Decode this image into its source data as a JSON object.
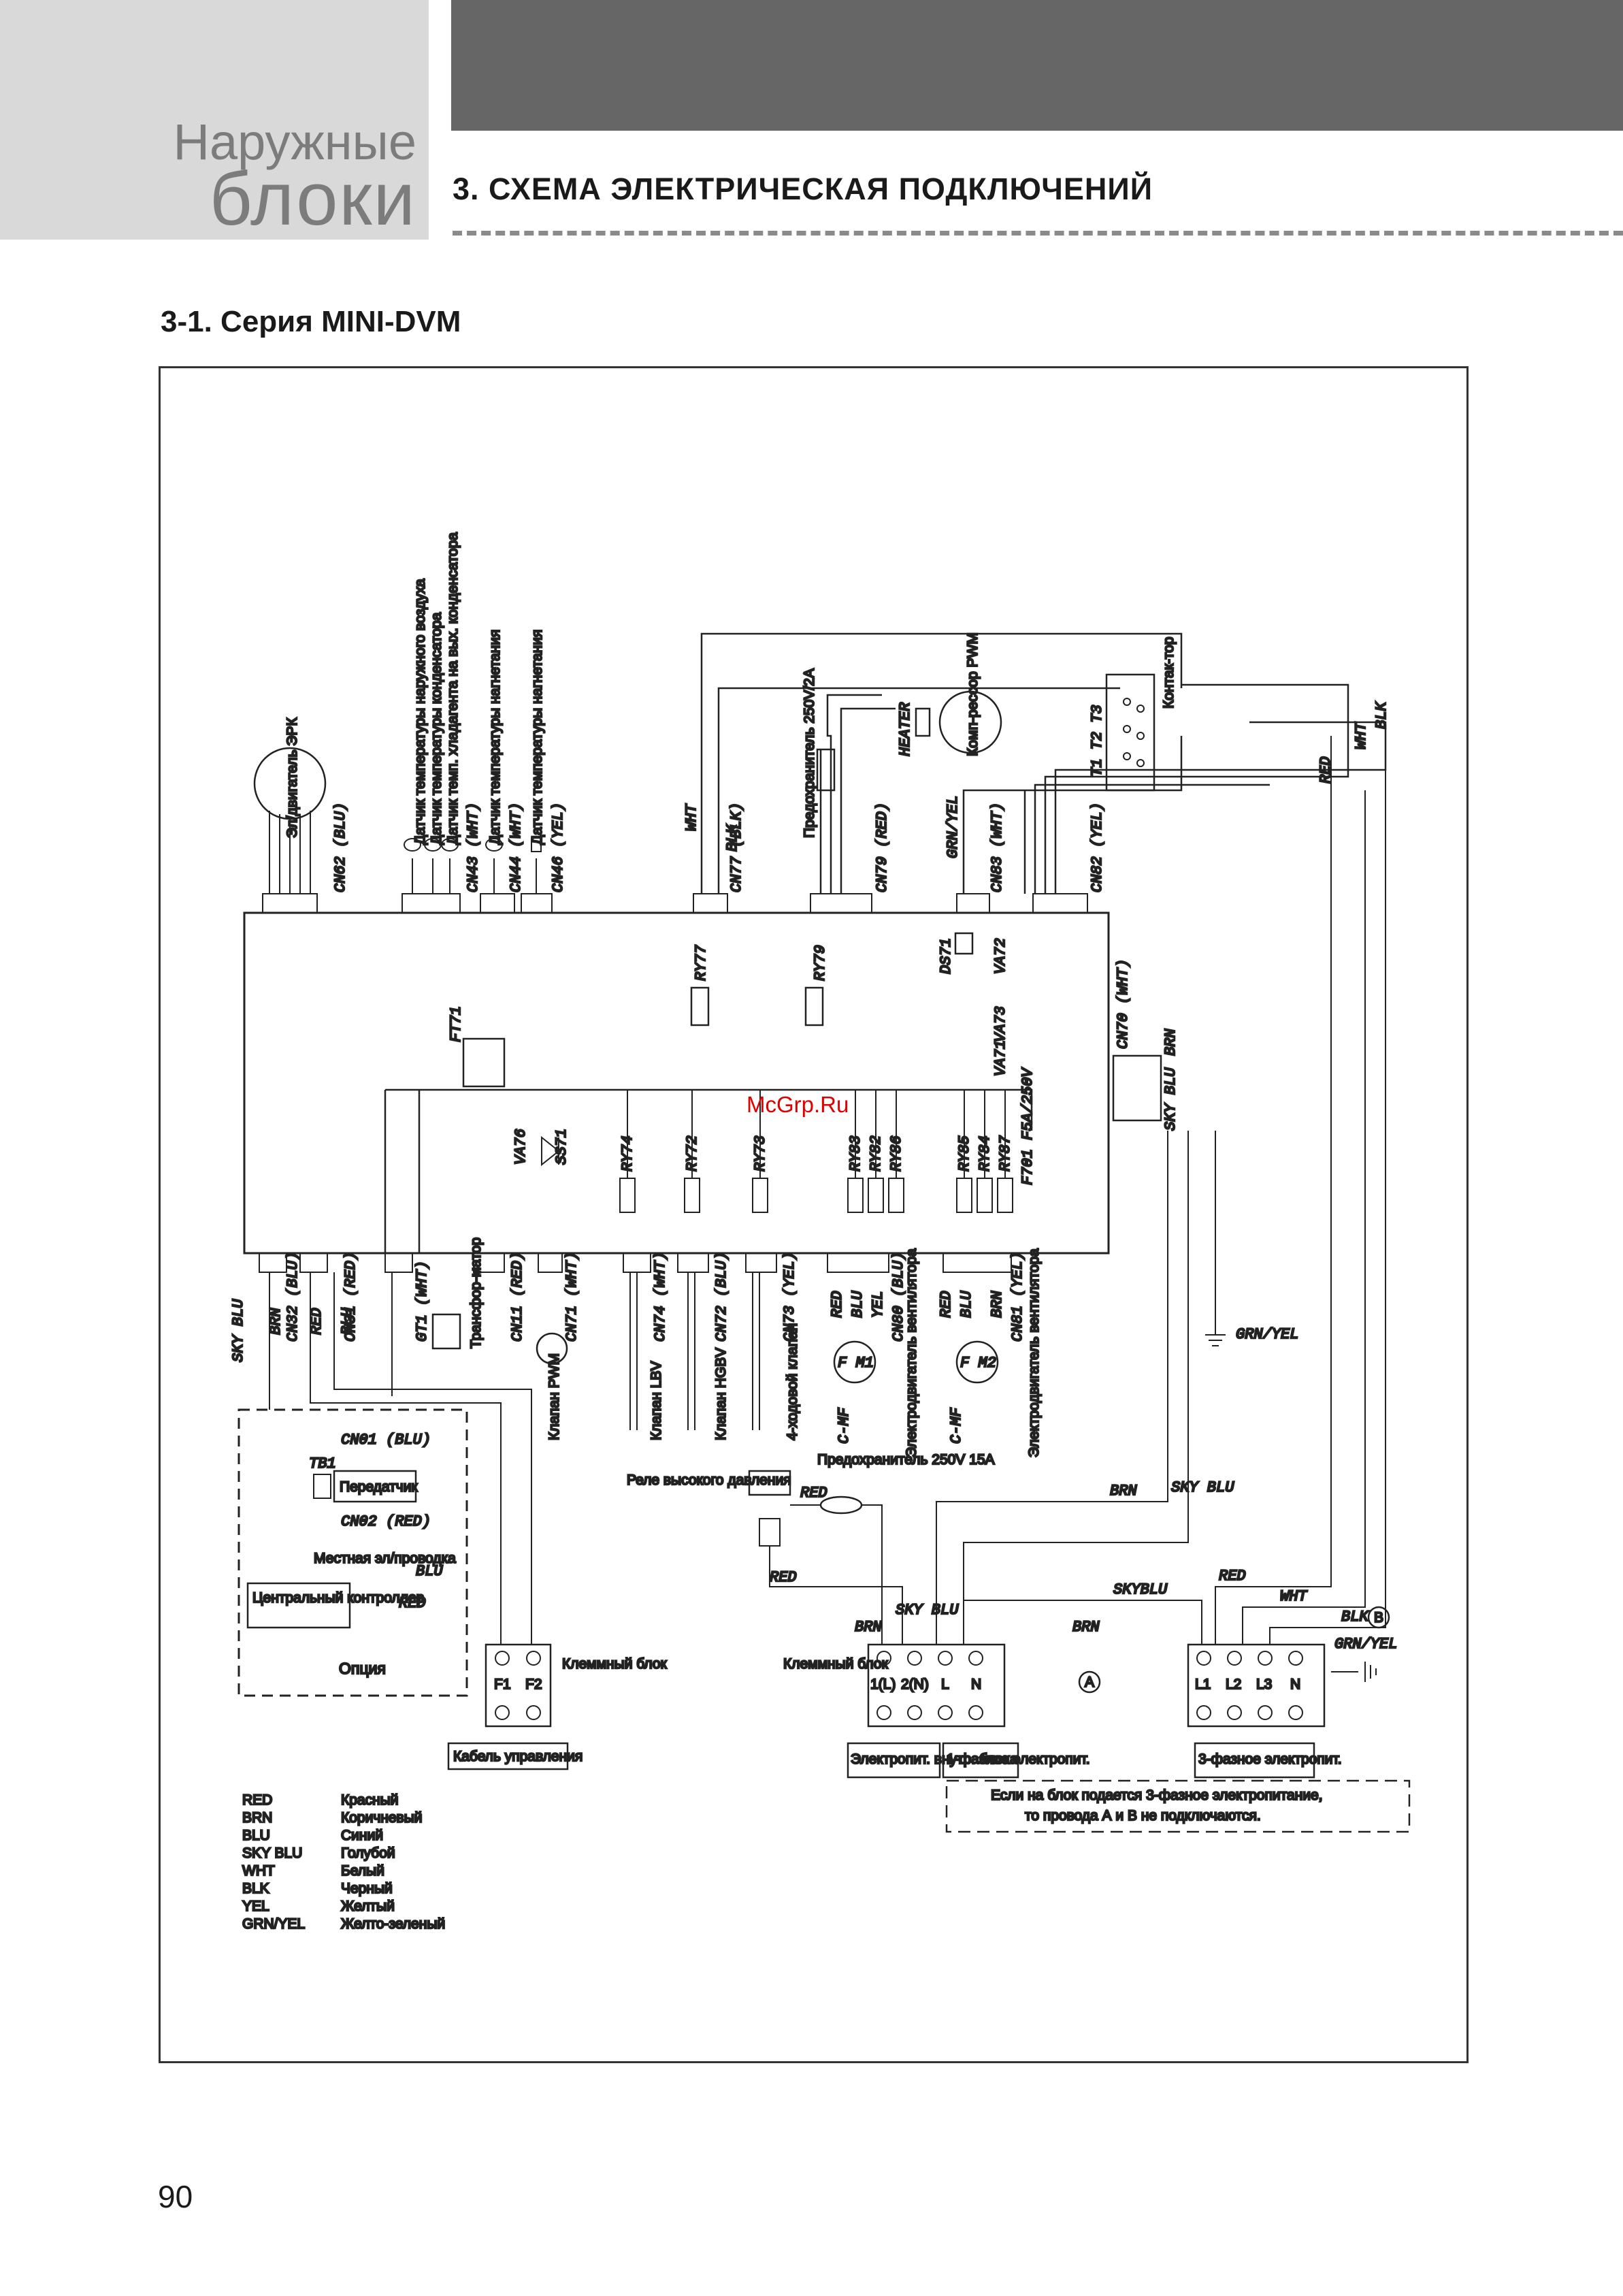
{
  "header": {
    "section_line1": "Наружные",
    "section_line2": "блоки",
    "chapter_title": "3. СХЕМА ЭЛЕКТРИЧЕСКАЯ ПОДКЛЮЧЕНИЙ"
  },
  "subtitle": "3-1. Серия  MINI-DVM",
  "page_number": "90",
  "watermark": "McGrp.Ru",
  "diagram": {
    "sensors": [
      "Эл/двигатель ЭРК",
      "Датчик температуры наружного воздуха",
      "Датчик температуры конденсатора",
      "Датчик темп. хладагента на вых. конденсатора",
      "Датчик температуры нагнетания",
      "Датчик температуры нагнетания"
    ],
    "top_connectors": [
      "CN62 (BLU)",
      "CN43 (WHT)",
      "CN44 (WHT)",
      "CN46 (YEL)",
      "CN77 (BLK)",
      "CN79 (RED)",
      "CN83 (WHT)",
      "CN82 (YEL)"
    ],
    "top_wires": [
      "WHT",
      "BLK",
      "GRN/YEL",
      "RED",
      "WHT",
      "BLK"
    ],
    "fuse_top": "Предохранитель 250V/2A",
    "heater": "HEATER",
    "compressor": "Комп-рессор PWM",
    "contactor": "Контак-тор",
    "contactor_terminals": "T1 T2 T3",
    "board_parts": [
      "FT71",
      "RY77",
      "RY79",
      "DS71",
      "VA72",
      "VA73",
      "VA71",
      "VA76",
      "SS71",
      "RY74",
      "RY72",
      "RY73",
      "RY83",
      "RY82",
      "RY86",
      "RY85",
      "RY84",
      "RY87",
      "F701 F5A/250V"
    ],
    "right_connector": "CN70 (WHT)",
    "bottom_connectors": [
      "CN32 (BLU)",
      "CN31 (RED)",
      "GT1 (WHT)",
      "CN11 (RED)",
      "CN71 (WHT)",
      "CN74 (WHT)",
      "CN72 (BLU)",
      "CN73 (YEL)",
      "CN80 (BLU)",
      "CN81 (YEL)"
    ],
    "side_wires": [
      "SKY BLU",
      "BRN",
      "RED",
      "BLU",
      "BRN",
      "SKY BLU"
    ],
    "transformer": "Трансфор-матор",
    "valves": [
      "Клапан PWM",
      "Клапан LBV",
      "Клапан HGBV",
      "4-ходовой клапан"
    ],
    "fan_motors": [
      "Электродвигатель вентилятора",
      "Электродвигатель вентилятора"
    ],
    "fan_labels": [
      "F M1",
      "F M2"
    ],
    "fan_wires": [
      "RED",
      "BLU",
      "YEL",
      "RED",
      "BLU",
      "BRN"
    ],
    "cap": [
      "C-MF",
      "C-MF"
    ],
    "hp_relay": "Реле высокого давления",
    "fuse_bottom": "Предохранитель 250V 15A",
    "option": {
      "cn01": "CN01 (BLU)",
      "tb1": "TB1",
      "transmitter": "Передатчик",
      "cn02": "CN02 (RED)",
      "local_wiring": "Местная эл/проводка",
      "controller": "Центральный контроллер",
      "caption": "Опция",
      "wires": [
        "BLU",
        "RED"
      ]
    },
    "terminal_blocks": {
      "control_label": "Клеммный блок",
      "control_terminals": [
        "F1",
        "F2"
      ],
      "control_cable": "Кабель управления",
      "power_label": "Клеммный блок",
      "power_terminals_1ph": [
        "1(L)",
        "2(N)",
        "L",
        "N"
      ],
      "power_terminals_3ph": [
        "L1",
        "L2",
        "L3",
        "N"
      ],
      "indoor_power": "Электропит. внутр. блока",
      "single_phase": "1-фазное электропит.",
      "three_phase": "3-фазное электропит.",
      "note_line1": "Если на блок подается 3-фазное электропитание,",
      "note_line2": "то провода А и В не подключаются.",
      "marks": [
        "A",
        "B"
      ],
      "wires": [
        "BRN",
        "SKY BLU",
        "BRN",
        "SKYBLU",
        "RED",
        "WHT",
        "BLK",
        "GRN/YEL",
        "BRN",
        "SKY BLU",
        "RED",
        "GRN/YEL"
      ]
    },
    "legend": [
      {
        "code": "RED",
        "name": "Красный"
      },
      {
        "code": "BRN",
        "name": "Коричневый"
      },
      {
        "code": "BLU",
        "name": "Синий"
      },
      {
        "code": "SKY BLU",
        "name": "Голубой"
      },
      {
        "code": "WHT",
        "name": "Белый"
      },
      {
        "code": "BLK",
        "name": "Черный"
      },
      {
        "code": "YEL",
        "name": "Желтый"
      },
      {
        "code": "GRN/YEL",
        "name": "Желто-зеленый"
      }
    ]
  }
}
